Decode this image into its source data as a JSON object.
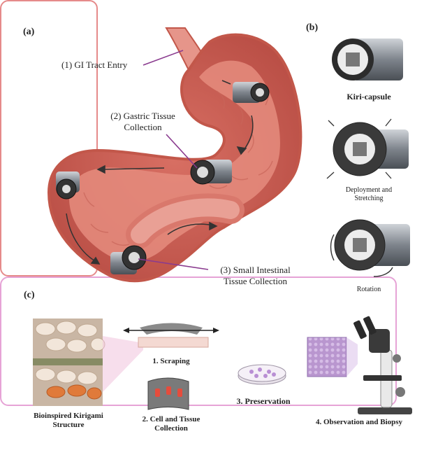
{
  "panel_labels": {
    "a": "(a)",
    "b": "(b)",
    "c": "(c)"
  },
  "panel_a": {
    "callouts": {
      "entry": "(1) GI Tract Entry",
      "gastric_line1": "(2) Gastric Tissue",
      "gastric_line2": "Collection",
      "intestinal_line1": "(3) Small Intestinal",
      "intestinal_line2": "Tissue Collection"
    }
  },
  "panel_b": {
    "captions": {
      "capsule": "Kiri-capsule",
      "deploy_line1": "Deployment and",
      "deploy_line2": "Stretching",
      "rotation": "Rotation"
    }
  },
  "panel_c": {
    "captions": {
      "bioinspired_line1": "Bioinspired Kirigami",
      "bioinspired_line2": "Structure",
      "scraping": "1.  Scraping",
      "cell_line1": "2. Cell and Tissue",
      "cell_line2": "Collection",
      "preservation": "3. Preservation",
      "observation": "4. Observation and Biopsy"
    }
  },
  "colors": {
    "stomach_fill": "#e58c7e",
    "stomach_outline": "#c2574a",
    "callout_line": "#8a3b8f",
    "panel_b_border": "#e58a8a",
    "panel_c_border": "#e6a3d6"
  }
}
